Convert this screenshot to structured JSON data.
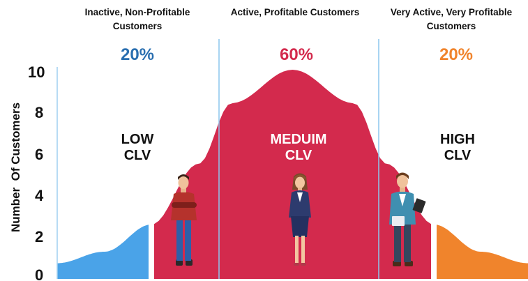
{
  "chart_data": {
    "type": "area",
    "ylabel": "Number  Of Customers",
    "ylim": [
      0,
      10
    ],
    "yticks": [
      "0",
      "2",
      "4",
      "6",
      "8",
      "10"
    ],
    "grid": false,
    "segments": [
      {
        "title_lines": [
          "Inactive, Non-Profitable",
          "Customers"
        ],
        "percent": "20%",
        "percent_value": 20,
        "clv_lines": [
          "LOW",
          "CLV"
        ],
        "color": "#4aa3e8",
        "percent_color": "#2a6fb0",
        "clv_color": "#111111",
        "figure": "man-red-sweater-icon"
      },
      {
        "title_lines": [
          "Active, Profitable Customers"
        ],
        "percent": "60%",
        "percent_value": 60,
        "clv_lines": [
          "MEDUIM",
          "CLV"
        ],
        "color": "#d32a4d",
        "percent_color": "#d32a4d",
        "clv_color": "#ffffff",
        "figure": "woman-business-suit-icon"
      },
      {
        "title_lines": [
          "Very Active, Very Profitable",
          "Customers"
        ],
        "percent": "20%",
        "percent_value": 20,
        "clv_lines": [
          "HIGH",
          "CLV"
        ],
        "color": "#f0842c",
        "percent_color": "#f0842c",
        "clv_color": "#111111",
        "figure": "man-with-clipboard-icon"
      }
    ],
    "curve": {
      "description_units": "customers",
      "points": [
        {
          "x": 0.0,
          "y": 0.75
        },
        {
          "x": 0.1,
          "y": 1.3
        },
        {
          "x": 0.2,
          "y": 2.6
        },
        {
          "x": 0.3,
          "y": 5.5
        },
        {
          "x": 0.37,
          "y": 8.4
        },
        {
          "x": 0.5,
          "y": 10.0
        },
        {
          "x": 0.63,
          "y": 8.4
        },
        {
          "x": 0.7,
          "y": 5.5
        },
        {
          "x": 0.8,
          "y": 2.6
        },
        {
          "x": 0.9,
          "y": 1.3
        },
        {
          "x": 1.0,
          "y": 0.75
        }
      ]
    }
  }
}
